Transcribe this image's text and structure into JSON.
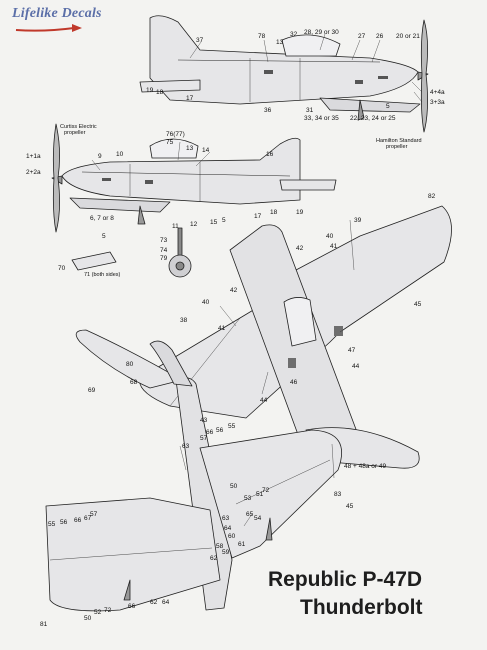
{
  "brand": {
    "logo_text": "Lifelike Decals"
  },
  "title": {
    "line1": "Republic P-47D",
    "line2": "Thunderbolt"
  },
  "captions": {
    "curtiss": [
      "Curtiss Electric",
      "propeller"
    ],
    "hamilton": [
      "Hamilton Standard",
      "propeller"
    ],
    "both_sides": "71 (both sides)"
  },
  "callouts": {
    "side_upper": [
      "37",
      "78",
      "13",
      "32",
      "28, 29 or 30",
      "27",
      "26",
      "20 or 21",
      "19",
      "18",
      "17",
      "36",
      "31",
      "33, 34 or 35",
      "22, 23, 24 or 25",
      "5",
      "4+4a",
      "3+3a"
    ],
    "side_lower": [
      "76(77)",
      "75",
      "13",
      "14",
      "16",
      "1+1a",
      "2+2a",
      "9",
      "10",
      "11",
      "12",
      "15",
      "5",
      "17",
      "18",
      "19",
      "6, 7 or 8",
      "5"
    ],
    "wheel": [
      "73",
      "74",
      "79",
      "70"
    ],
    "top_view": [
      "82",
      "39",
      "40",
      "41",
      "42",
      "45",
      "38",
      "40",
      "41",
      "42",
      "47",
      "44",
      "46",
      "44",
      "43",
      "48 + 48a or 49",
      "83",
      "45"
    ],
    "bottom_view": [
      "80",
      "68",
      "69",
      "63",
      "57",
      "66",
      "56",
      "55",
      "55",
      "56",
      "66",
      "67",
      "57",
      "50",
      "51",
      "72",
      "53",
      "54",
      "65",
      "63",
      "64",
      "62",
      "58",
      "59",
      "60",
      "61",
      "81",
      "50",
      "52",
      "72",
      "66",
      "62",
      "64"
    ]
  },
  "colors": {
    "ink": "#222222",
    "paper": "#f3f3f1",
    "fill": "#e6e6e8",
    "logo": "#5b6fa8",
    "arrow": "#c0392b",
    "panel": "#6e6e6e"
  }
}
